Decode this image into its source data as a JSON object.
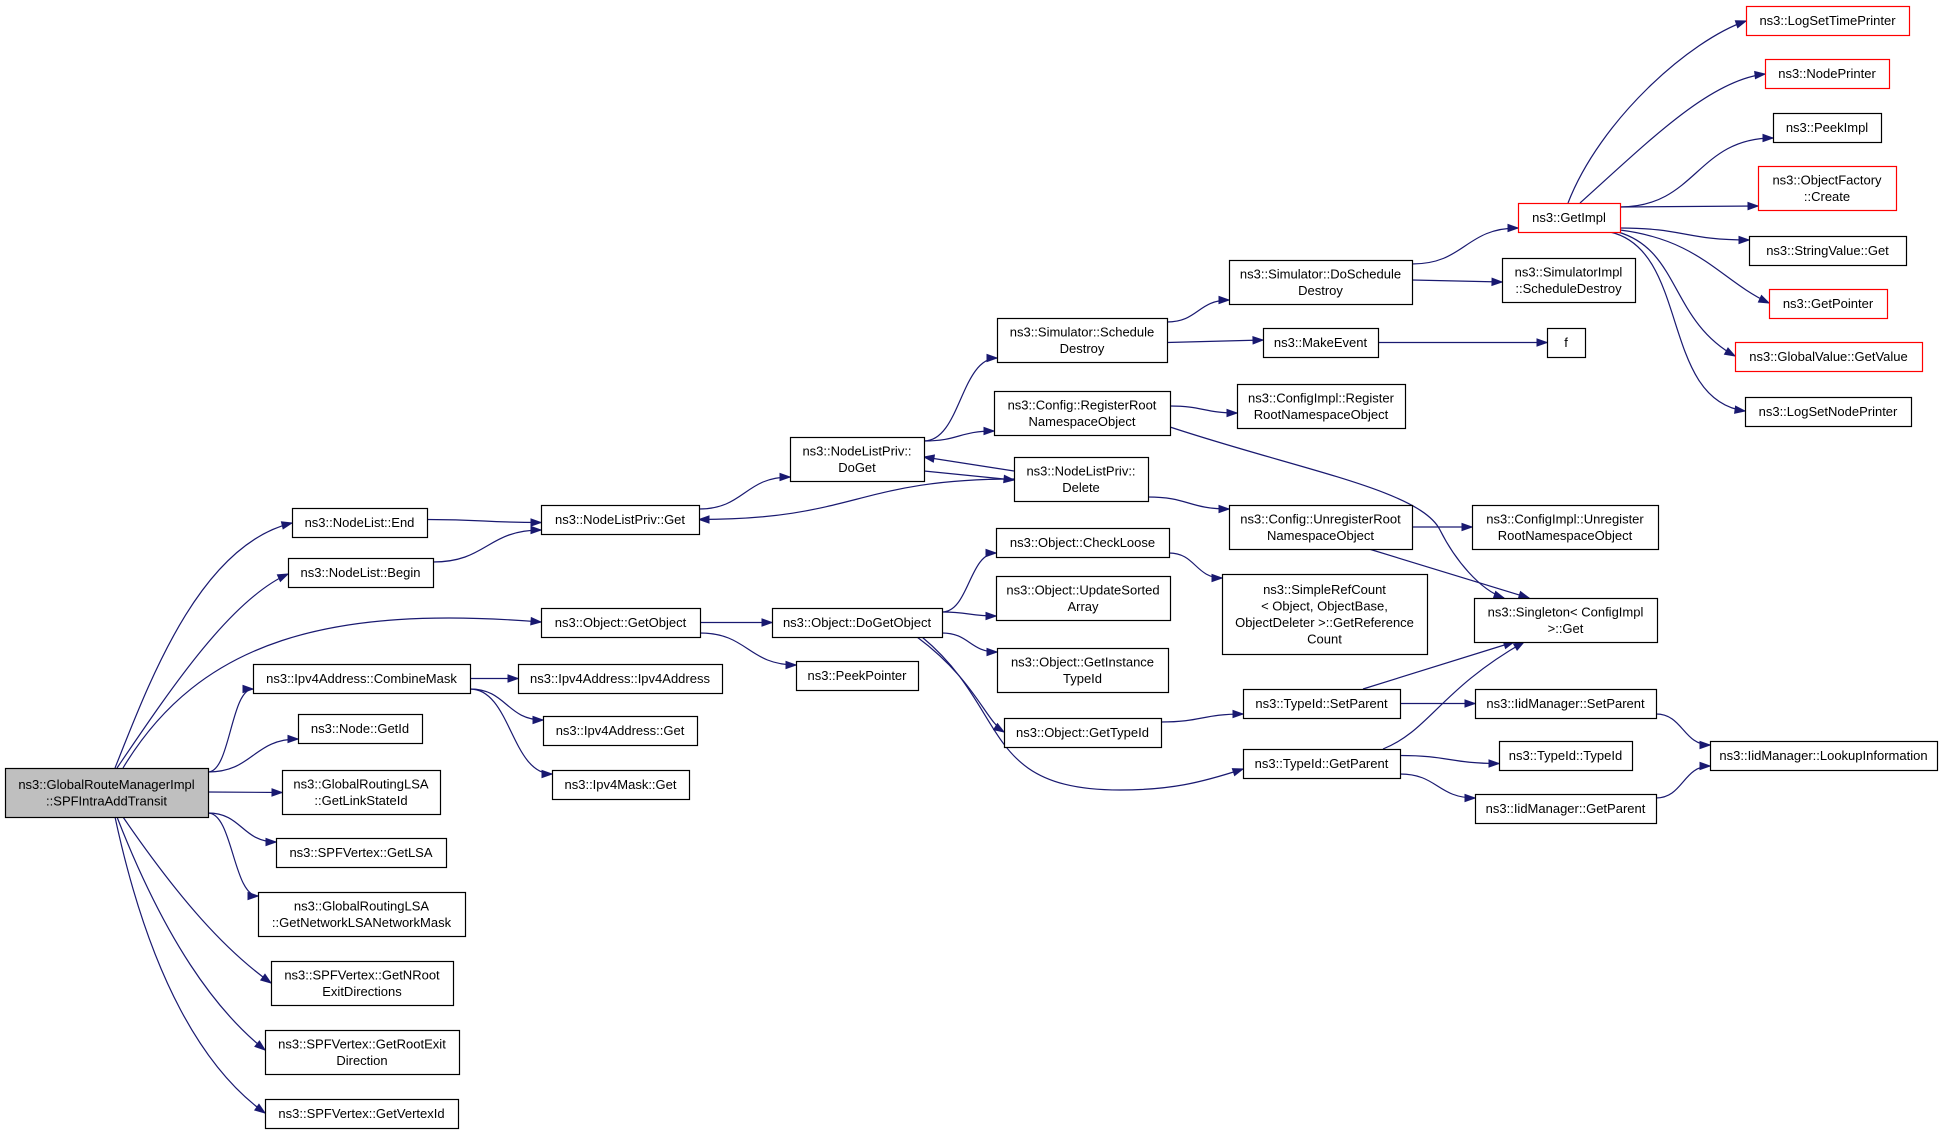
{
  "diagram": {
    "root": "n_root",
    "nodes": [
      {
        "id": "n_root",
        "lines": [
          "ns3::GlobalRouteManagerImpl",
          "::SPFIntraAddTransit"
        ],
        "style": "root"
      },
      {
        "id": "n_nl_end",
        "lines": [
          "ns3::NodeList::End"
        ]
      },
      {
        "id": "n_nl_begin",
        "lines": [
          "ns3::NodeList::Begin"
        ]
      },
      {
        "id": "n_obj_getobject",
        "lines": [
          "ns3::Object::GetObject"
        ]
      },
      {
        "id": "n_ipv4_combine",
        "lines": [
          "ns3::Ipv4Address::CombineMask"
        ]
      },
      {
        "id": "n_node_getid",
        "lines": [
          "ns3::Node::GetId"
        ]
      },
      {
        "id": "n_grlsa_getlinkstate",
        "lines": [
          "ns3::GlobalRoutingLSA",
          "::GetLinkStateId"
        ]
      },
      {
        "id": "n_spf_getlsa",
        "lines": [
          "ns3::SPFVertex::GetLSA"
        ]
      },
      {
        "id": "n_grlsa_getnetmask",
        "lines": [
          "ns3::GlobalRoutingLSA",
          "::GetNetworkLSANetworkMask"
        ]
      },
      {
        "id": "n_spf_getnroot",
        "lines": [
          "ns3::SPFVertex::GetNRoot",
          "ExitDirections"
        ]
      },
      {
        "id": "n_spf_getrootexit",
        "lines": [
          "ns3::SPFVertex::GetRootExit",
          "Direction"
        ]
      },
      {
        "id": "n_spf_getvertexid",
        "lines": [
          "ns3::SPFVertex::GetVertexId"
        ]
      },
      {
        "id": "n_nlp_get",
        "lines": [
          "ns3::NodeListPriv::Get"
        ]
      },
      {
        "id": "n_nlp_doget",
        "lines": [
          "ns3::NodeListPriv::",
          "DoGet"
        ]
      },
      {
        "id": "n_nlp_delete",
        "lines": [
          "ns3::NodeListPriv::",
          "Delete"
        ]
      },
      {
        "id": "n_obj_dogetobject",
        "lines": [
          "ns3::Object::DoGetObject"
        ]
      },
      {
        "id": "n_peekpointer",
        "lines": [
          "ns3::PeekPointer"
        ]
      },
      {
        "id": "n_ipv4_ctor",
        "lines": [
          "ns3::Ipv4Address::Ipv4Address"
        ]
      },
      {
        "id": "n_ipv4_get",
        "lines": [
          "ns3::Ipv4Address::Get"
        ]
      },
      {
        "id": "n_ipv4mask_get",
        "lines": [
          "ns3::Ipv4Mask::Get"
        ]
      },
      {
        "id": "n_sim_schedule",
        "lines": [
          "ns3::Simulator::Schedule",
          "Destroy"
        ]
      },
      {
        "id": "n_cfg_register",
        "lines": [
          "ns3::Config::RegisterRoot",
          "NamespaceObject"
        ]
      },
      {
        "id": "n_cfg_unregister",
        "lines": [
          "ns3::Config::UnregisterRoot",
          "NamespaceObject"
        ]
      },
      {
        "id": "n_obj_checkloose",
        "lines": [
          "ns3::Object::CheckLoose"
        ]
      },
      {
        "id": "n_obj_updatesorted",
        "lines": [
          "ns3::Object::UpdateSorted",
          "Array"
        ]
      },
      {
        "id": "n_obj_getinstance",
        "lines": [
          "ns3::Object::GetInstance",
          "TypeId"
        ]
      },
      {
        "id": "n_obj_gettypeid",
        "lines": [
          "ns3::Object::GetTypeId"
        ]
      },
      {
        "id": "n_sim_doschedule",
        "lines": [
          "ns3::Simulator::DoSchedule",
          "Destroy"
        ]
      },
      {
        "id": "n_makeevent",
        "lines": [
          "ns3::MakeEvent"
        ]
      },
      {
        "id": "n_cfgimpl_register",
        "lines": [
          "ns3::ConfigImpl::Register",
          "RootNamespaceObject"
        ]
      },
      {
        "id": "n_cfgimpl_unregister",
        "lines": [
          "ns3::ConfigImpl::Unregister",
          "RootNamespaceObject"
        ]
      },
      {
        "id": "n_simplerefcount",
        "lines": [
          "ns3::SimpleRefCount",
          "< Object, ObjectBase,",
          "ObjectDeleter >::GetReference",
          "Count"
        ]
      },
      {
        "id": "n_typeid_setparent",
        "lines": [
          "ns3::TypeId::SetParent"
        ]
      },
      {
        "id": "n_typeid_getparent",
        "lines": [
          "ns3::TypeId::GetParent"
        ]
      },
      {
        "id": "n_getimpl",
        "lines": [
          "ns3::GetImpl"
        ],
        "style": "trunc"
      },
      {
        "id": "n_simimpl_schedule",
        "lines": [
          "ns3::SimulatorImpl",
          "::ScheduleDestroy"
        ]
      },
      {
        "id": "n_f",
        "lines": [
          "f"
        ]
      },
      {
        "id": "n_singleton_get",
        "lines": [
          "ns3::Singleton< ConfigImpl",
          ">::Get"
        ]
      },
      {
        "id": "n_iid_setparent",
        "lines": [
          "ns3::IidManager::SetParent"
        ]
      },
      {
        "id": "n_typeid_typeid",
        "lines": [
          "ns3::TypeId::TypeId"
        ]
      },
      {
        "id": "n_iid_getparent",
        "lines": [
          "ns3::IidManager::GetParent"
        ]
      },
      {
        "id": "n_iid_lookup",
        "lines": [
          "ns3::IidManager::LookupInformation"
        ]
      },
      {
        "id": "n_logsettime",
        "lines": [
          "ns3::LogSetTimePrinter"
        ],
        "style": "trunc"
      },
      {
        "id": "n_nodeprinter",
        "lines": [
          "ns3::NodePrinter"
        ],
        "style": "trunc"
      },
      {
        "id": "n_peekimpl",
        "lines": [
          "ns3::PeekImpl"
        ]
      },
      {
        "id": "n_objfactory_create",
        "lines": [
          "ns3::ObjectFactory",
          "::Create"
        ],
        "style": "trunc"
      },
      {
        "id": "n_stringvalue_get",
        "lines": [
          "ns3::StringValue::Get"
        ]
      },
      {
        "id": "n_getpointer",
        "lines": [
          "ns3::GetPointer"
        ],
        "style": "trunc"
      },
      {
        "id": "n_globalvalue_get",
        "lines": [
          "ns3::GlobalValue::GetValue"
        ],
        "style": "trunc"
      },
      {
        "id": "n_logsetnode",
        "lines": [
          "ns3::LogSetNodePrinter"
        ]
      }
    ],
    "edges": [
      [
        "n_root",
        "n_nl_end"
      ],
      [
        "n_root",
        "n_nl_begin"
      ],
      [
        "n_root",
        "n_obj_getobject"
      ],
      [
        "n_root",
        "n_ipv4_combine"
      ],
      [
        "n_root",
        "n_node_getid"
      ],
      [
        "n_root",
        "n_grlsa_getlinkstate"
      ],
      [
        "n_root",
        "n_spf_getlsa"
      ],
      [
        "n_root",
        "n_grlsa_getnetmask"
      ],
      [
        "n_root",
        "n_spf_getnroot"
      ],
      [
        "n_root",
        "n_spf_getrootexit"
      ],
      [
        "n_root",
        "n_spf_getvertexid"
      ],
      [
        "n_nl_end",
        "n_nlp_get"
      ],
      [
        "n_nl_begin",
        "n_nlp_get"
      ],
      [
        "n_nlp_get",
        "n_nlp_doget"
      ],
      [
        "n_nlp_doget",
        "n_sim_schedule"
      ],
      [
        "n_nlp_doget",
        "n_cfg_register"
      ],
      [
        "n_nlp_doget",
        "n_nlp_delete"
      ],
      [
        "n_nlp_delete",
        "n_nlp_doget"
      ],
      [
        "n_nlp_delete",
        "n_nlp_get"
      ],
      [
        "n_nlp_delete",
        "n_cfg_unregister"
      ],
      [
        "n_obj_getobject",
        "n_obj_dogetobject"
      ],
      [
        "n_obj_getobject",
        "n_peekpointer"
      ],
      [
        "n_obj_dogetobject",
        "n_obj_checkloose"
      ],
      [
        "n_obj_dogetobject",
        "n_obj_updatesorted"
      ],
      [
        "n_obj_dogetobject",
        "n_obj_getinstance"
      ],
      [
        "n_obj_dogetobject",
        "n_obj_gettypeid"
      ],
      [
        "n_obj_dogetobject",
        "n_typeid_getparent"
      ],
      [
        "n_obj_checkloose",
        "n_simplerefcount"
      ],
      [
        "n_ipv4_combine",
        "n_ipv4_ctor"
      ],
      [
        "n_ipv4_combine",
        "n_ipv4_get"
      ],
      [
        "n_ipv4_combine",
        "n_ipv4mask_get"
      ],
      [
        "n_sim_schedule",
        "n_sim_doschedule"
      ],
      [
        "n_sim_schedule",
        "n_makeevent"
      ],
      [
        "n_sim_doschedule",
        "n_getimpl"
      ],
      [
        "n_sim_doschedule",
        "n_simimpl_schedule"
      ],
      [
        "n_makeevent",
        "n_f"
      ],
      [
        "n_cfg_register",
        "n_cfgimpl_register"
      ],
      [
        "n_cfg_register",
        "n_singleton_get"
      ],
      [
        "n_cfg_unregister",
        "n_cfgimpl_unregister"
      ],
      [
        "n_cfg_unregister",
        "n_singleton_get"
      ],
      [
        "n_obj_gettypeid",
        "n_typeid_setparent"
      ],
      [
        "n_typeid_setparent",
        "n_singleton_get"
      ],
      [
        "n_typeid_setparent",
        "n_iid_setparent"
      ],
      [
        "n_typeid_getparent",
        "n_singleton_get"
      ],
      [
        "n_typeid_getparent",
        "n_typeid_typeid"
      ],
      [
        "n_typeid_getparent",
        "n_iid_getparent"
      ],
      [
        "n_iid_setparent",
        "n_iid_lookup"
      ],
      [
        "n_iid_getparent",
        "n_iid_lookup"
      ],
      [
        "n_getimpl",
        "n_logsettime"
      ],
      [
        "n_getimpl",
        "n_nodeprinter"
      ],
      [
        "n_getimpl",
        "n_peekimpl"
      ],
      [
        "n_getimpl",
        "n_objfactory_create"
      ],
      [
        "n_getimpl",
        "n_stringvalue_get"
      ],
      [
        "n_getimpl",
        "n_getpointer"
      ],
      [
        "n_getimpl",
        "n_globalvalue_get"
      ],
      [
        "n_getimpl",
        "n_logsetnode"
      ]
    ]
  },
  "colors": {
    "edge": "#191970",
    "node_border": "#000000",
    "truncated_border": "#ff0000",
    "root_fill": "#bfbfbf",
    "node_fill": "#ffffff"
  }
}
